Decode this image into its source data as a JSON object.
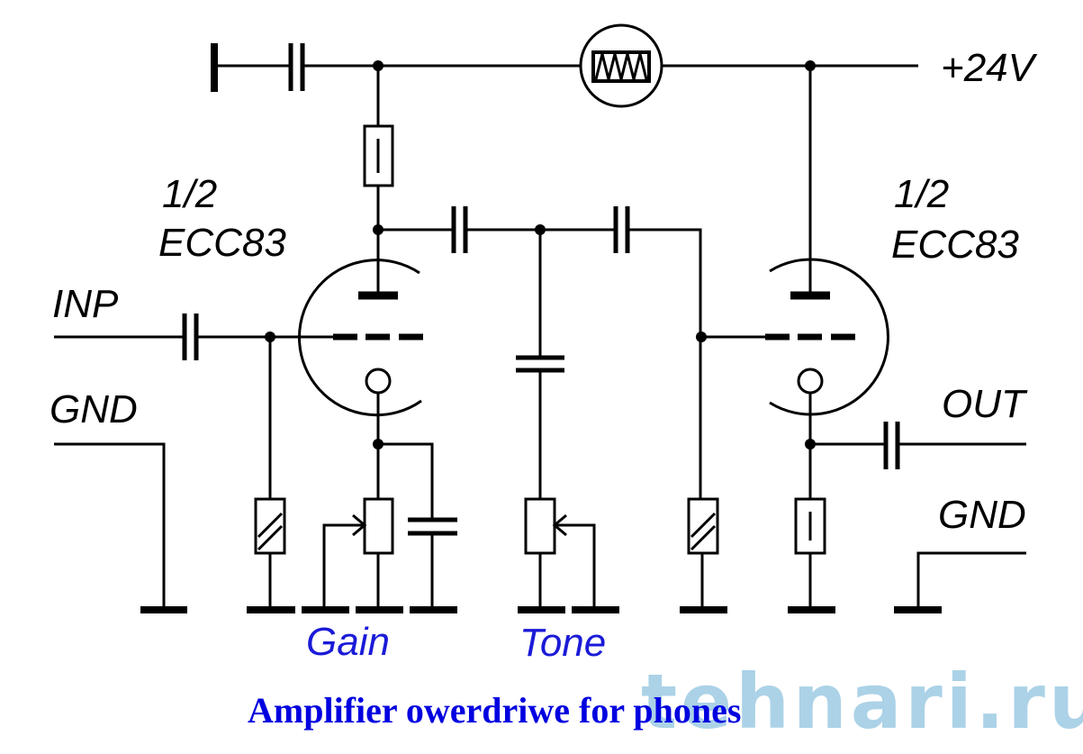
{
  "labels": {
    "supply": "+24V",
    "tube_left_fraction": "1/2",
    "tube_left_type": "ECC83",
    "tube_right_fraction": "1/2",
    "tube_right_type": "ECC83",
    "input": "INP",
    "ground_left": "GND",
    "output": "OUT",
    "ground_right": "GND",
    "gain": "Gain",
    "tone": "Tone"
  },
  "title": "Amplifier owerdriwe for phones",
  "watermark": "tehnari.ru",
  "colors": {
    "wire": "#000000",
    "control_labels": "#1a1ad8",
    "title": "#0000e0",
    "watermark": "#8fc3e0"
  }
}
